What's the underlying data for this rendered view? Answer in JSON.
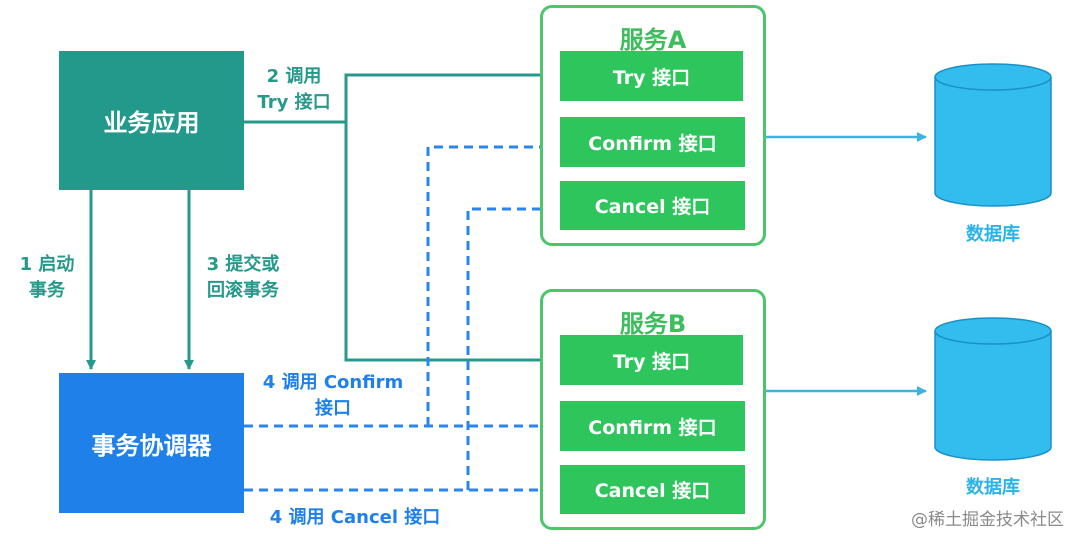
{
  "colors": {
    "teal": "#22998a",
    "blue": "#1f80ea",
    "green": "#2ec55d",
    "green_border": "#4cc66a",
    "db_blue": "#33bdee",
    "arrow_light_blue": "#3fb2e4"
  },
  "app": {
    "label": "业务应用"
  },
  "coordinator": {
    "label": "事务协调器"
  },
  "service_a": {
    "title": "服务A",
    "try": "Try 接口",
    "confirm": "Confirm 接口",
    "cancel": "Cancel 接口"
  },
  "service_b": {
    "title": "服务B",
    "try": "Try 接口",
    "confirm": "Confirm 接口",
    "cancel": "Cancel 接口"
  },
  "databases": [
    {
      "label": "数据库"
    },
    {
      "label": "数据库"
    }
  ],
  "edge_labels": {
    "step1_line1": "1 启动",
    "step1_line2": "事务",
    "step2_line1": "2 调用",
    "step2_line2": "Try 接口",
    "step3_line1": "3 提交或",
    "step3_line2": "回滚事务",
    "step4_confirm_line1": "4 调用 Confirm",
    "step4_confirm_line2": "接口",
    "step4_cancel": "4 调用 Cancel 接口"
  },
  "watermark": "@稀土掘金技术社区"
}
